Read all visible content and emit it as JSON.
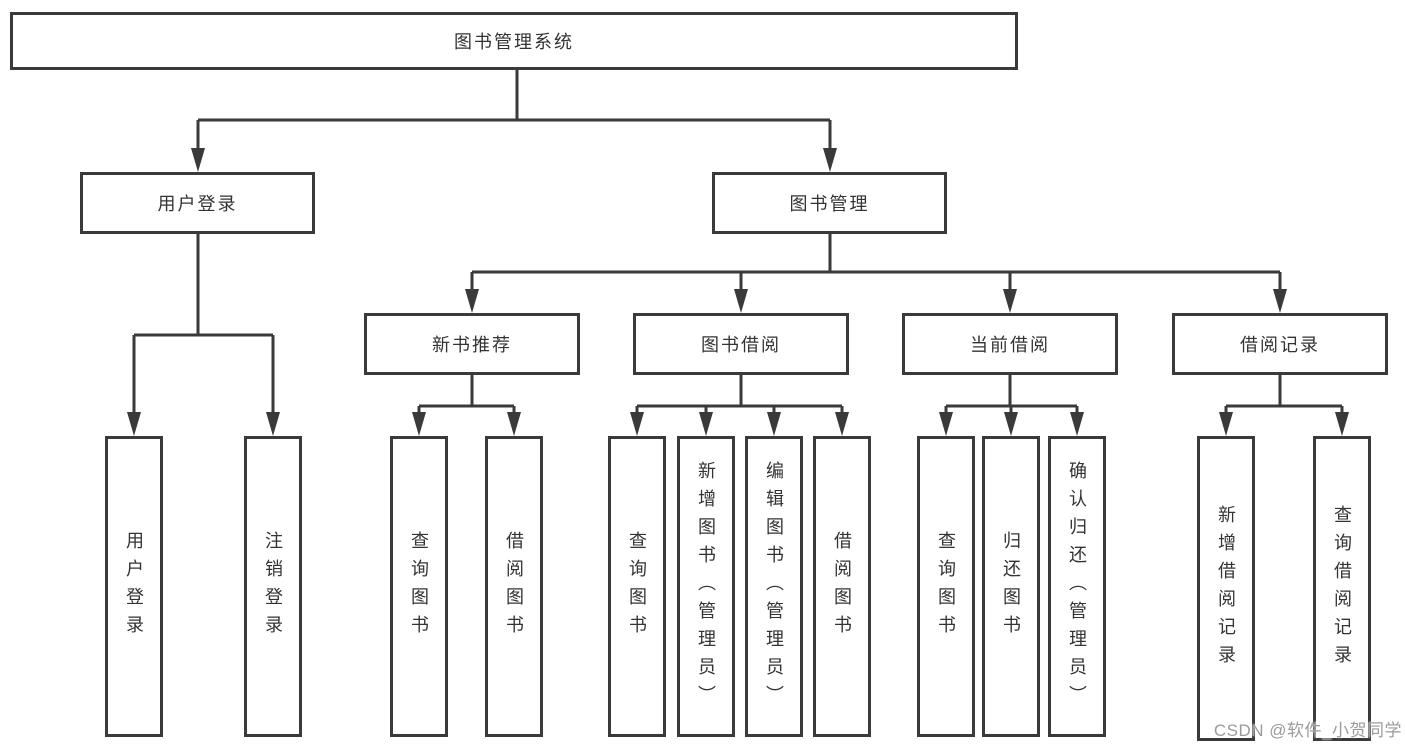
{
  "nodes": {
    "root": "图书管理系统",
    "user_login": "用户登录",
    "book_mgmt": "图书管理",
    "new_book_rec": "新书推荐",
    "book_borrow": "图书借阅",
    "current_borrow": "当前借阅",
    "borrow_records": "借阅记录",
    "leaf_user_login": "用户登录",
    "leaf_logout": "注销登录",
    "leaf_rec_query": "查询图书",
    "leaf_rec_borrow": "借阅图书",
    "leaf_bb_query": "查询图书",
    "leaf_bb_add": "新增图书（管理员）",
    "leaf_bb_edit": "编辑图书（管理员）",
    "leaf_bb_borrow": "借阅图书",
    "leaf_cb_query": "查询图书",
    "leaf_cb_return": "归还图书",
    "leaf_cb_confirm": "确认归还（管理员）",
    "leaf_br_add": "新增借阅记录",
    "leaf_br_query": "查询借阅记录"
  },
  "hierarchy": {
    "root": "图书管理系统",
    "children": [
      {
        "label": "用户登录",
        "children": [
          "用户登录",
          "注销登录"
        ]
      },
      {
        "label": "图书管理",
        "children": [
          {
            "label": "新书推荐",
            "children": [
              "查询图书",
              "借阅图书"
            ]
          },
          {
            "label": "图书借阅",
            "children": [
              "查询图书",
              "新增图书（管理员）",
              "编辑图书（管理员）",
              "借阅图书"
            ]
          },
          {
            "label": "当前借阅",
            "children": [
              "查询图书",
              "归还图书",
              "确认归还（管理员）"
            ]
          },
          {
            "label": "借阅记录",
            "children": [
              "新增借阅记录",
              "查询借阅记录"
            ]
          }
        ]
      }
    ]
  },
  "watermark": "CSDN @软件_小贺同学",
  "colors": {
    "line": "#3a3a3a",
    "box_border": "#3a3a3a",
    "text": "#333333",
    "background": "#ffffff",
    "watermark": "#9b9b9b"
  }
}
